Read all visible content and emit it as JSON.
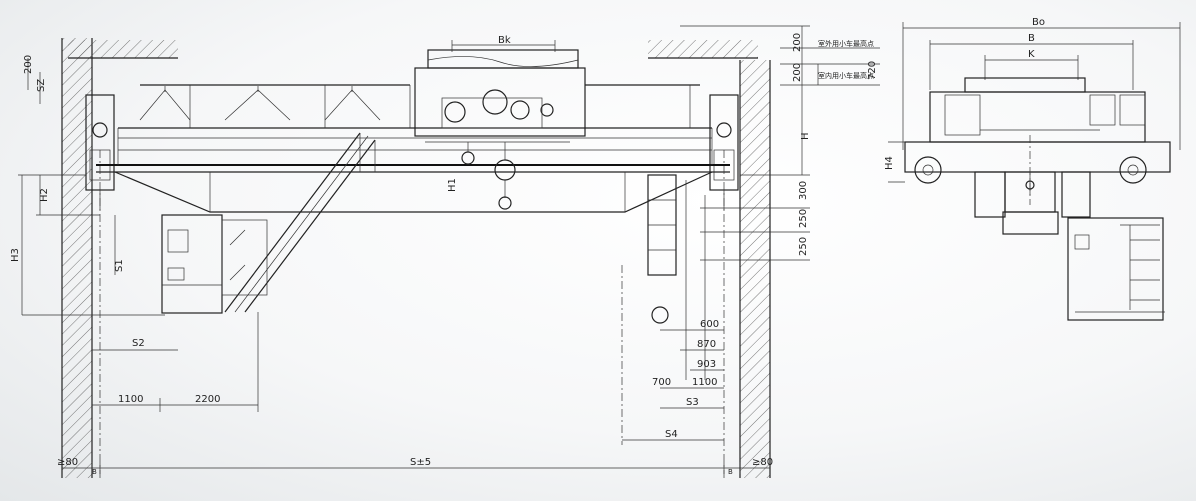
{
  "left_view": {
    "dims_left": [
      "200",
      "SZ",
      "H2",
      "H3",
      "S1",
      "S2"
    ],
    "dims_top": [
      "Bk"
    ],
    "dims_right_vertical": [
      "200",
      "200",
      "720",
      "H",
      "H1"
    ],
    "dims_right_stack": [
      "300",
      "250",
      "250"
    ],
    "dims_bottom_left": [
      "1100",
      "2200"
    ],
    "dims_bottom_right": [
      "600",
      "870",
      "903",
      "700",
      "1100",
      "S3",
      "S4"
    ],
    "span_label": "S±5",
    "end_left": "≥80",
    "end_right": "≥80",
    "gap_left": "B",
    "gap_right": "B",
    "notes": [
      "室外用小车最高点",
      "室内用小车最高点"
    ]
  },
  "right_view": {
    "dims_top": [
      "Bo",
      "B",
      "K"
    ],
    "dims_left": [
      "H4"
    ]
  }
}
